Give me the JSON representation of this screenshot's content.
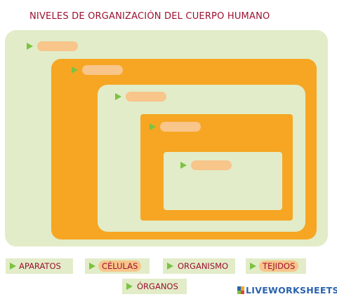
{
  "title": "NIVELES DE ORGANIZACIÓN DEL CUERPO HUMANO",
  "colors": {
    "outer_box": "#e2ecc8",
    "inner_box": "#f6a623",
    "drop_slot": "#f8c58a",
    "arrow": "#7cc242",
    "text": "#9b1030",
    "brand": "#2a63ad"
  },
  "nested_levels": [
    {
      "slot_value": ""
    },
    {
      "slot_value": ""
    },
    {
      "slot_value": ""
    },
    {
      "slot_value": ""
    },
    {
      "slot_value": ""
    }
  ],
  "options": [
    {
      "label": "APARATOS"
    },
    {
      "label": "CÉLULAS"
    },
    {
      "label": "ORGANISMO"
    },
    {
      "label": "TEJIDOS"
    },
    {
      "label": "ÓRGANOS"
    }
  ],
  "brand": {
    "name": "LIVEWORKSHEETS",
    "logo_icon": "liveworksheets-logo-icon"
  }
}
